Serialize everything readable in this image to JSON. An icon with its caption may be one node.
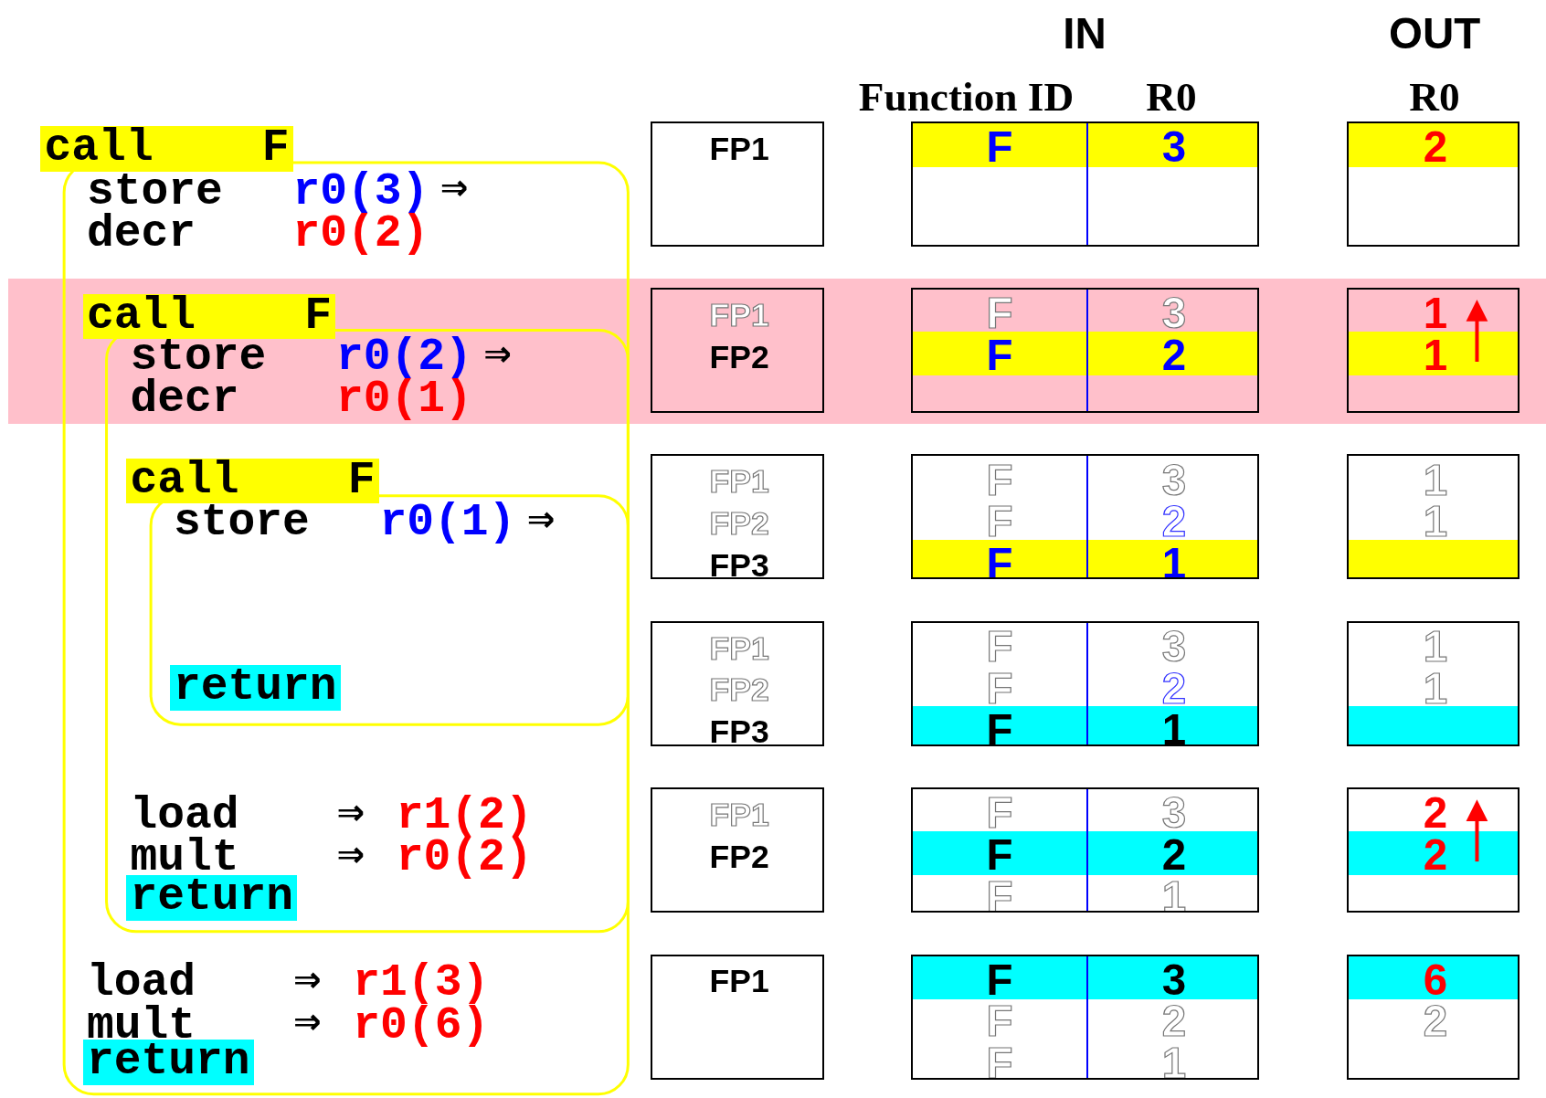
{
  "diagram": {
    "nodes": [
      {
        "text": [
          "FP1"
        ]
      },
      {
        "text": [
          "F",
          "3"
        ]
      },
      {
        "text": [
          "2"
        ]
      },
      {
        "text": [
          "FP1",
          "FP2"
        ]
      },
      {
        "text": [
          "F",
          "3",
          "F",
          "2"
        ]
      },
      {
        "text": [
          "1",
          "1"
        ]
      },
      {
        "text": [
          "FP1",
          "FP2",
          "FP3"
        ]
      },
      {
        "text": [
          "F",
          "3",
          "F",
          "2",
          "F",
          "1"
        ]
      },
      {
        "text": [
          "1",
          "1"
        ]
      },
      {
        "text": [
          "FP1",
          "FP2",
          "FP3"
        ]
      },
      {
        "text": [
          "F",
          "3",
          "F",
          "2",
          "F",
          "1"
        ]
      },
      {
        "text": [
          "1",
          "1"
        ]
      },
      {
        "text": [
          "FP1",
          "FP2"
        ]
      },
      {
        "text": [
          "F",
          "3",
          "F",
          "2",
          "F",
          "1"
        ]
      },
      {
        "text": [
          "2",
          "2"
        ]
      },
      {
        "text": [
          "FP1"
        ]
      },
      {
        "text": [
          "F",
          "3",
          "F",
          "2",
          "F",
          "1"
        ]
      },
      {
        "text": [
          "6",
          "2"
        ]
      }
    ],
    "edges": [],
    "labels": [
      "IN",
      "OUT",
      "Function ID",
      "R0",
      "R0",
      "call    F",
      "store",
      "r0(3)",
      "⇒",
      "decr",
      "r0(2)",
      "call    F",
      "store",
      "r0(2)",
      "⇒",
      "decr",
      "r0(1)",
      "call    F",
      "store",
      "r0(1)",
      "⇒",
      "return",
      "load",
      "⇒",
      "r1(2)",
      "mult",
      "⇒",
      "r0(2)",
      "return",
      "load",
      "⇒",
      "r1(3)",
      "mult",
      "⇒",
      "r0(6)",
      "return"
    ]
  }
}
